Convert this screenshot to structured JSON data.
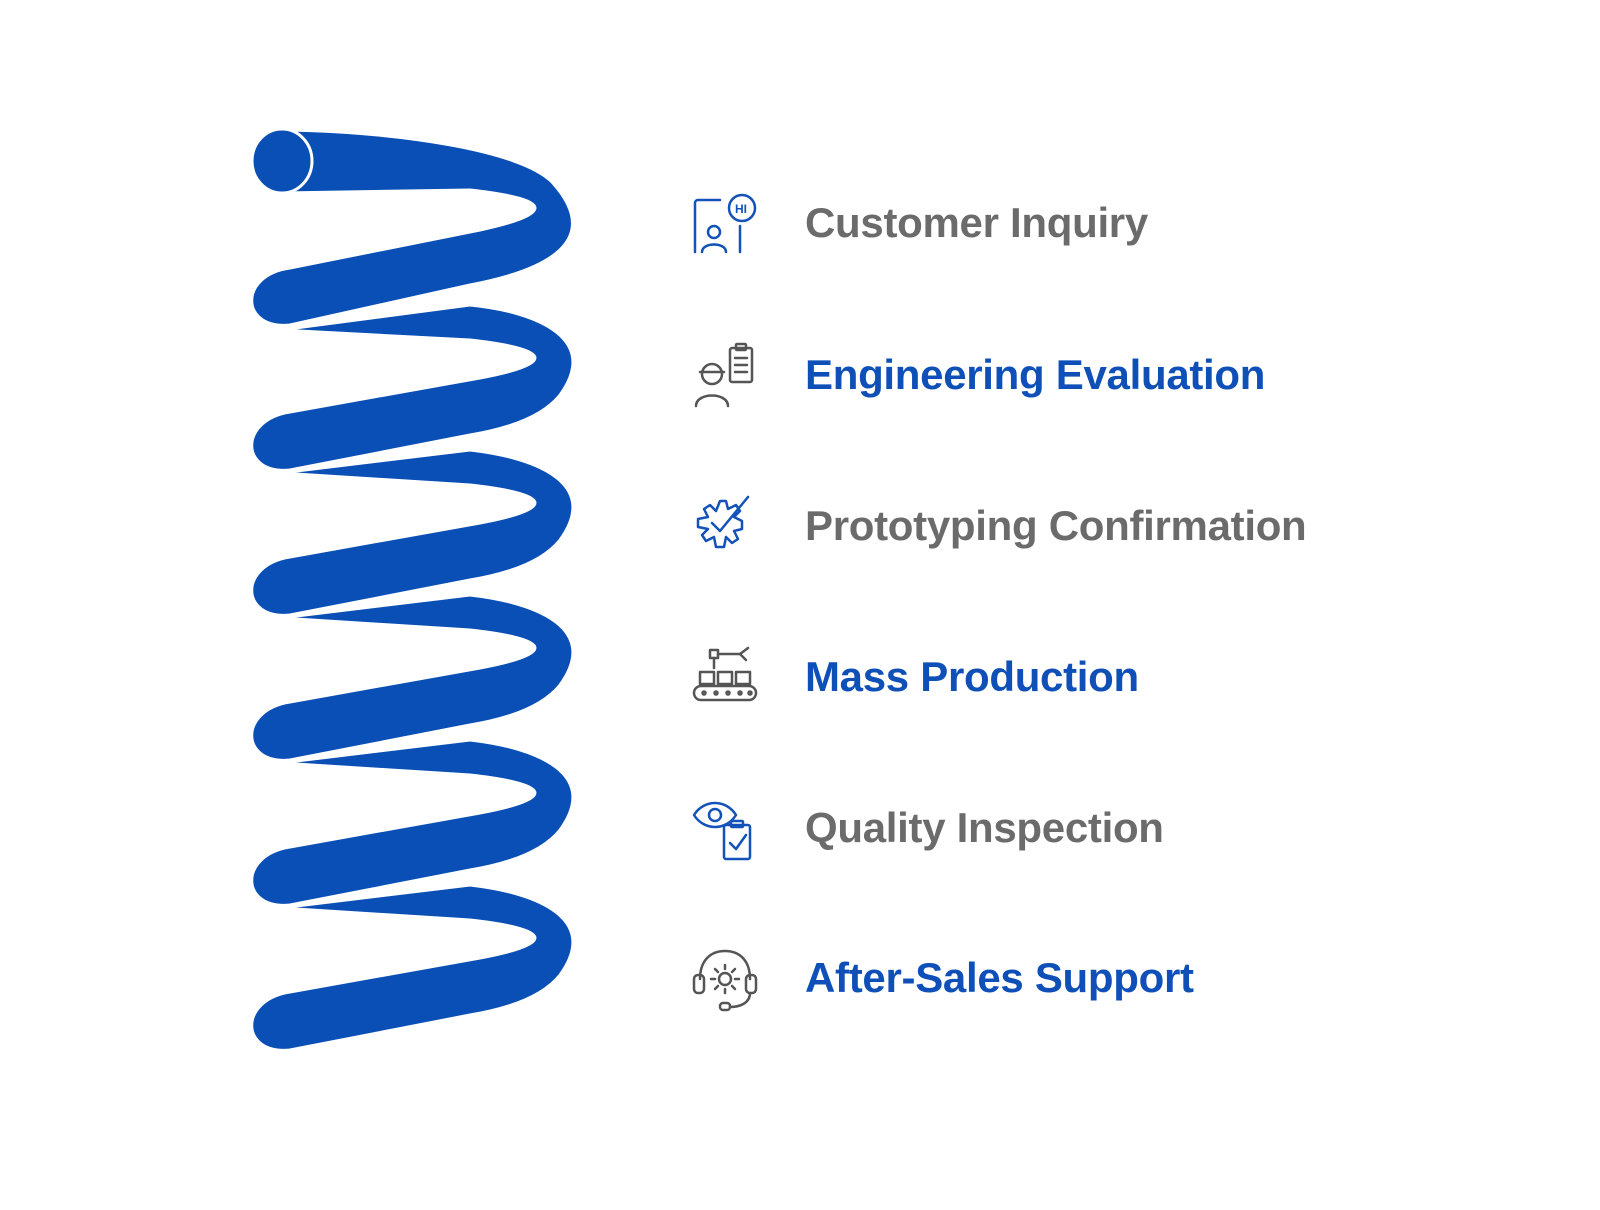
{
  "colors": {
    "spring_fill": "#0a4fb5",
    "spring_stroke": "#ffffff",
    "blue_text": "#0e4fb8",
    "gray_text": "#6b6b6b",
    "icon_blue": "#1352b8",
    "icon_gray": "#555555"
  },
  "steps": [
    {
      "label": "Customer Inquiry",
      "icon": "phone-chat-icon",
      "style": "gray"
    },
    {
      "label": "Engineering Evaluation",
      "icon": "engineer-clipboard-icon",
      "style": "blue"
    },
    {
      "label": "Prototyping Confirmation",
      "icon": "gear-check-icon",
      "style": "gray"
    },
    {
      "label": "Mass Production",
      "icon": "factory-conveyor-icon",
      "style": "blue"
    },
    {
      "label": "Quality Inspection",
      "icon": "eye-clipboard-icon",
      "style": "gray"
    },
    {
      "label": "After-Sales Support",
      "icon": "headset-gear-icon",
      "style": "blue"
    }
  ]
}
